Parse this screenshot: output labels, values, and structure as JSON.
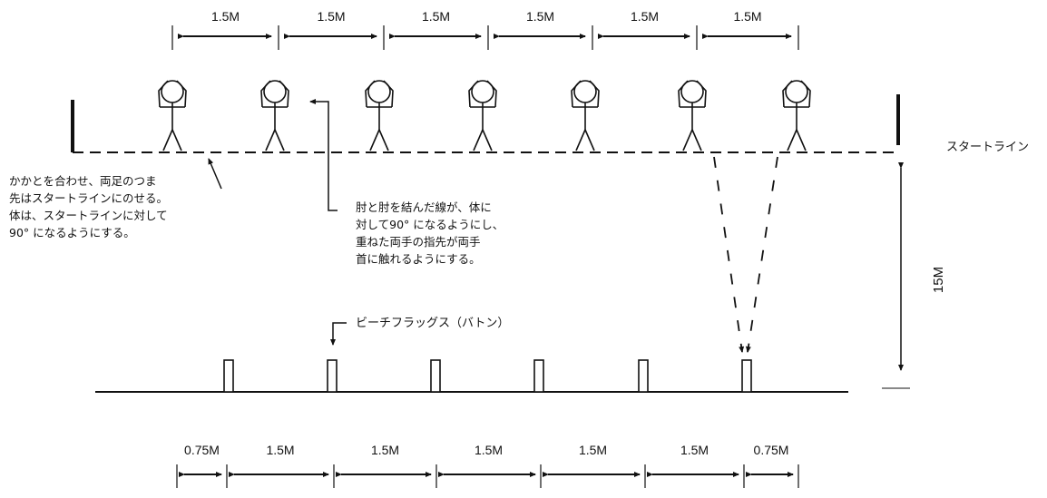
{
  "top_spacing": [
    "1.5M",
    "1.5M",
    "1.5M",
    "1.5M",
    "1.5M",
    "1.5M"
  ],
  "bottom_spacing": [
    "0.75M",
    "1.5M",
    "1.5M",
    "1.5M",
    "1.5M",
    "1.5M",
    "0.75M"
  ],
  "start_line_label": "スタートライン",
  "distance_label": "15M",
  "flag_label": "ビーチフラッグス（バトン）",
  "feet_note": "かかとを合わせ、両足のつま\n先はスタートラインにのせる。\n体は、スタートラインに対して\n90° になるようにする。",
  "elbow_note": "肘と肘を結んだ線が、体に\n対して90° になるようにし、\n重ねた両手の指先が両手\n首に触れるようにする。",
  "figure_count": 7,
  "baton_count": 6
}
